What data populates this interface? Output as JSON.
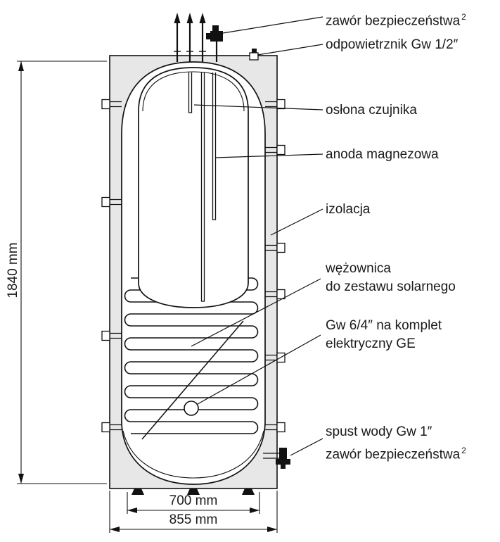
{
  "drawing": {
    "callouts": {
      "safety_valve_top": {
        "text": "zawór bezpieczeństwa",
        "sup": "2"
      },
      "air_vent": {
        "text": "odpowietrznik Gw 1/2″"
      },
      "sensor_sheath": {
        "text": "osłona czujnika"
      },
      "magnesium_anode": {
        "text": "anoda magnezowa"
      },
      "insulation": {
        "text": "izolacja"
      },
      "solar_coil": {
        "line1": "wężownica",
        "line2": "do zestawu solarnego"
      },
      "electric_set": {
        "line1": "Gw 6/4″ na komplet",
        "line2": "elektryczny GE"
      },
      "water_drain": {
        "text": "spust wody Gw 1″"
      },
      "safety_valve_bottom": {
        "text": "zawór bezpieczeństwa",
        "sup": "2"
      }
    },
    "dimensions": {
      "total_height": "1840 mm",
      "inner_diameter": "700 mm",
      "outer_diameter": "855 mm"
    },
    "colors": {
      "line": "#111111",
      "insulation_fill": "#e7e7e7"
    }
  }
}
